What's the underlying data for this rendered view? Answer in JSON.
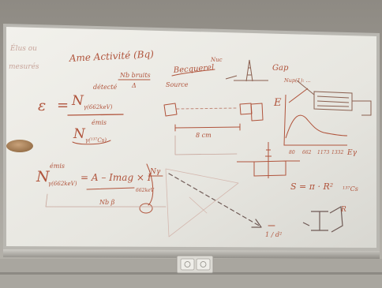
{
  "photo": {
    "subject": "whiteboard",
    "colors": {
      "wall": "#a7a49d",
      "board": "#e9e8e2",
      "frame": "#b4b2ac",
      "red_marker": "#b0543c",
      "dark_marker": "#6f5a55",
      "faint_marker": "#c7a49a"
    }
  },
  "board_text": {
    "corner_top": "Élus ou",
    "corner_bottom": "mesurés",
    "heading": "Ame Activité (Bq)",
    "heading_sub_top": "Nb bruits",
    "heading_sub_bottom": "Δ",
    "source": "Source",
    "becquerel": "Becquerel",
    "becquerel_sup": "Nuc",
    "graph_top": "Gap",
    "graph_sub": "Nup(1): ...",
    "efficiency_symbol": "ε",
    "eq_numerator_top": "détecté",
    "eq_numerator": "N",
    "eq_numerator_sub": "γ(662keV)",
    "eq_denominator_top": "émis",
    "eq_denominator": "N",
    "eq_denominator_sub": "γ(¹³⁷Cs)",
    "distance": "8 cm",
    "big_eq_left": "N",
    "big_eq_left_sup": "émis",
    "big_eq_left_sub": "γ(662keV)",
    "big_eq_right": "= A – Imag × I",
    "big_eq_right_sub": "662keV",
    "big_eq_under": "Nb β",
    "big_eq_fraction": "Nγ",
    "axis_label_y": "E",
    "axis_label_x": "Eγ",
    "tick_1": "80",
    "tick_2": "662",
    "tick_3": "1173",
    "tick_4": "1332",
    "surface": "S = π · R²",
    "isotope": "¹³⁷Cs",
    "detector_r": "R",
    "one_over_d2": "1 / d²"
  }
}
